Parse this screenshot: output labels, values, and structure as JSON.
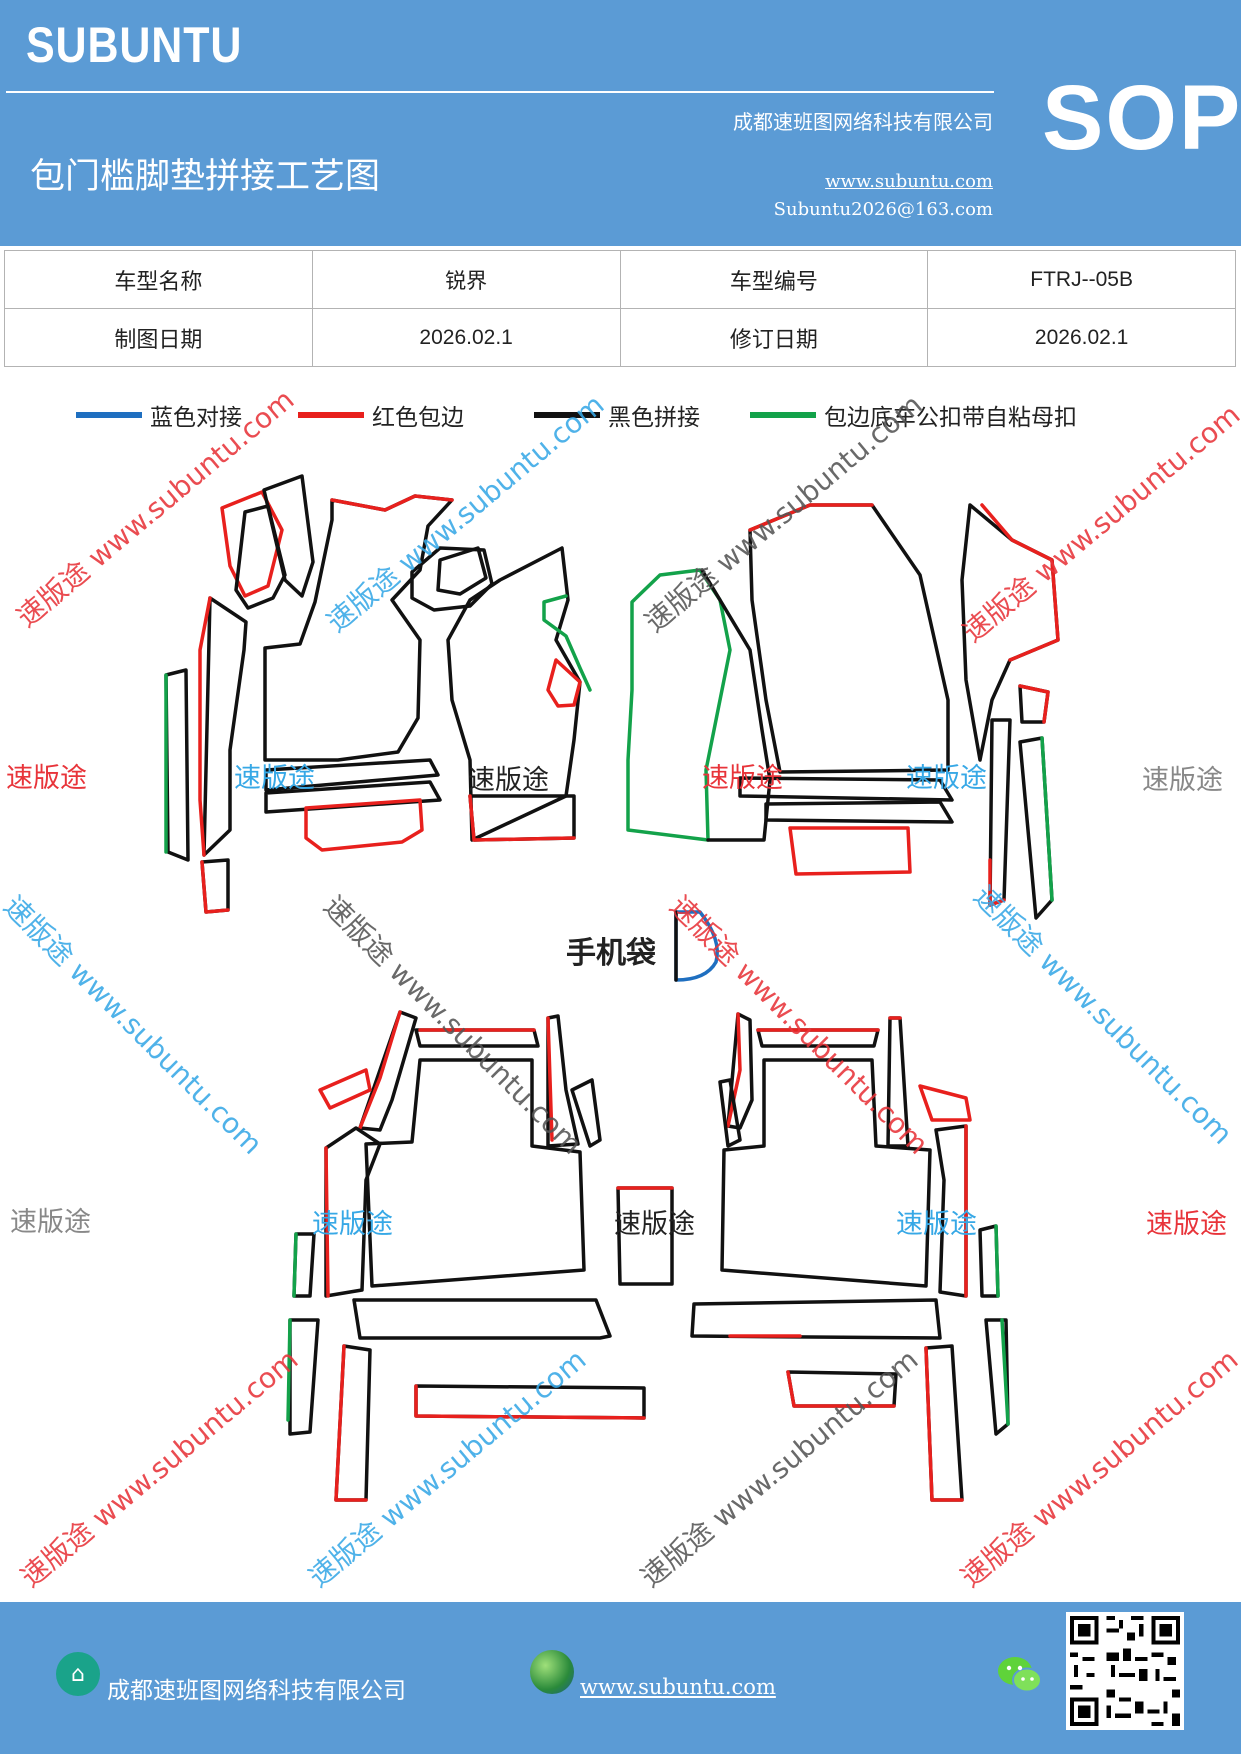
{
  "header": {
    "brand": "SUBUNTU",
    "title": "包门槛脚垫拼接工艺图",
    "company": "成都速班图网络科技有限公司",
    "website": "www.subuntu.com",
    "email": "Subuntu2026@163.com",
    "badge": "SOP"
  },
  "info_table": {
    "rows": [
      [
        "车型名称",
        "锐界",
        "车型编号",
        "FTRJ--05B"
      ],
      [
        "制图日期",
        "2026.02.1",
        "修订日期",
        "2026.02.1"
      ]
    ]
  },
  "legend": [
    {
      "label": "蓝色对接",
      "color": "#1f6fc0"
    },
    {
      "label": "红色包边",
      "color": "#e8201d"
    },
    {
      "label": "黑色拼接",
      "color": "#111111"
    },
    {
      "label": "包边底车公扣带自粘母扣",
      "color": "#13a24a"
    }
  ],
  "drawing": {
    "phone_bag_label": "手机袋",
    "watermark_brand": "速版途",
    "watermark_url": "www.subuntu.com"
  },
  "footer": {
    "company": "成都速班图网络科技有限公司",
    "website": "www.subuntu.com"
  },
  "icons": [
    "home-badge-icon",
    "globe-icon",
    "wechat-icon",
    "qr-code"
  ]
}
